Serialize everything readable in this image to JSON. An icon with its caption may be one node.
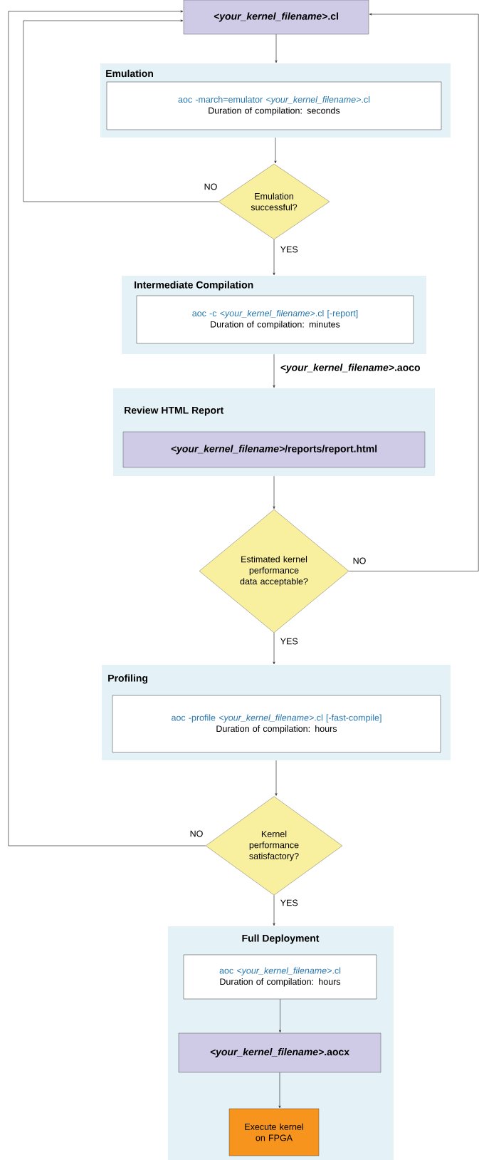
{
  "diagram": {
    "nodes": [
      {
        "text": [
          "*<your_kernel_filename>*.cl"
        ]
      },
      {
        "text": [
          "Emulation"
        ]
      },
      {
        "text": [
          "aoc -march=emulator *<your_kernel_filename>*.cl",
          "Duration of compilation: seconds"
        ],
        "in": 1
      },
      {
        "text": [
          "Emulation successful?"
        ]
      },
      {
        "text": [
          "Intermediate Compilation"
        ]
      },
      {
        "text": [
          "aoc -c *<your_kernel_filename>*.cl [-report]",
          "Duration of compilation: minutes"
        ],
        "in": 4
      },
      {
        "text": [
          "Review HTML Report"
        ]
      },
      {
        "text": [
          "*<your_kernel_filename>*/reports/report.html"
        ],
        "in": 6
      },
      {
        "text": [
          "Estimated kernel performance data acceptable?"
        ]
      },
      {
        "text": [
          "Profiling"
        ]
      },
      {
        "text": [
          "aoc -profile *<your_kernel_filename>*.cl [-fast-compile]",
          "Duration of compilation: hours"
        ],
        "in": 9
      },
      {
        "text": [
          "Kernel performance satisfactory?"
        ]
      },
      {
        "text": [
          "Full Deployment"
        ]
      },
      {
        "text": [
          "aoc *<your_kernel_filename>*.cl",
          "Duration of compilation: hours"
        ],
        "in": 12
      },
      {
        "text": [
          "*<your_kernel_filename>*.aocx"
        ],
        "in": 12
      },
      {
        "text": [
          "Execute kernel on FPGA"
        ],
        "in": 12
      }
    ],
    "edges": [
      {
        "from": 0,
        "to": 1,
        "arrow": "to"
      },
      {
        "from": 1,
        "to": 3,
        "arrow": "to"
      },
      {
        "from": 3,
        "to": 0,
        "arrow": "to",
        "label": "NO"
      },
      {
        "from": 3,
        "to": 4,
        "arrow": "to",
        "label": "YES"
      },
      {
        "from": 4,
        "to": 6,
        "arrow": "to",
        "label": "*<your_kernel_filename>*.aoco"
      },
      {
        "from": 6,
        "to": 8,
        "arrow": "to"
      },
      {
        "from": 8,
        "to": 0,
        "arrow": "to",
        "label": "NO"
      },
      {
        "from": 8,
        "to": 9,
        "arrow": "to",
        "label": "YES"
      },
      {
        "from": 9,
        "to": 11,
        "arrow": "to"
      },
      {
        "from": 11,
        "to": 0,
        "arrow": "to",
        "label": "NO"
      },
      {
        "from": 11,
        "to": 12,
        "arrow": "to",
        "label": "YES"
      },
      {
        "from": 13,
        "to": 14,
        "arrow": "to"
      },
      {
        "from": 14,
        "to": 15,
        "arrow": "to"
      }
    ]
  }
}
